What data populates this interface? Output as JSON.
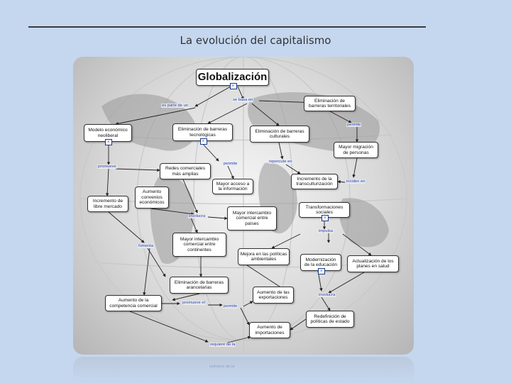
{
  "slide": {
    "title": "La evolución del capitalismo"
  },
  "map": {
    "root": "Globalización",
    "nodes": {
      "modelo": "Modelo económico neoliberal",
      "elim_tec": "Eliminación de barreras tecnológicas",
      "elim_cult": "Eliminación de barreras culturales",
      "elim_terr": "Eliminación de barreras territoriales",
      "redes": "Redes comerciales más amplias",
      "mayor_acceso": "Mayor acceso a la información",
      "mayor_migr": "Mayor migración de personas",
      "incr_trans": "Incremento de la transculturización",
      "incr_libre": "Incremento de libre mercado",
      "aumento_conv": "Aumento convenios económicos",
      "mayor_int_paises": "Mayor intercambio comercial entre países",
      "transf_soc": "Transformaciones sociales",
      "mayor_int_cont": "Mayor intercambio comercial entre continentes",
      "mejora_amb": "Mejora en las políticas ambientales",
      "modern_educ": "Modernización de la educación",
      "actual_salud": "Actualización de los planes en salud",
      "elim_aranc": "Eliminación de barreras arancelarias",
      "aumento_compet": "Aumento de la competencia comercial",
      "aumento_export": "Aumento de las exportaciones",
      "redef_estado": "Redefinición de políticas de estado",
      "aumento_import": "Aumento de importaciones"
    },
    "links": {
      "es_parte": "es parte de un",
      "se_basa": "se basa en",
      "permite_1": "permite",
      "permite_2": "permite",
      "permite_3": "permite",
      "promueve": "promueve",
      "repercute": "repercute en",
      "inciden": "inciden en",
      "involucra_1": "involucra",
      "impulsa": "impulsa",
      "fomenta": "fomenta",
      "involucra_2": "involucra",
      "promueve_el": "promueve el",
      "requiere": "requiere de la"
    },
    "doc_icon": "document-icon"
  },
  "colors": {
    "background": "#c5d7ef",
    "link_text": "#2646b8",
    "node_border": "#333333"
  }
}
